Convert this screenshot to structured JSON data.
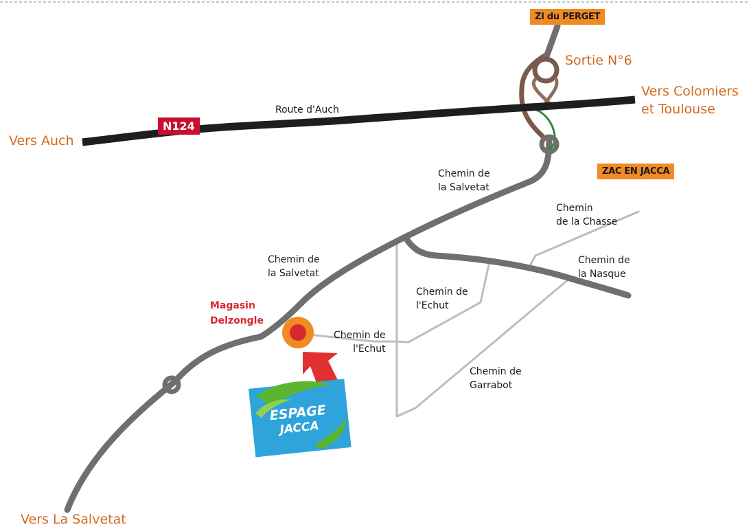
{
  "labels": {
    "zi_perget": "ZI du PERGET",
    "sortie": "Sortie N°6",
    "vers_colomiers_1": "Vers Colomiers",
    "vers_colomiers_2": "et Toulouse",
    "vers_auch": "Vers Auch",
    "n124": "N124",
    "route_auch": "Route d'Auch",
    "zac_jacca": "ZAC EN JACCA",
    "chemin_salvetat_top_1": "Chemin de",
    "chemin_salvetat_top_2": "la Salvetat",
    "chemin_chasse_1": "Chemin",
    "chemin_chasse_2": "de la Chasse",
    "chemin_nasque_1": "Chemin de",
    "chemin_nasque_2": "la Nasque",
    "chemin_salvetat_mid_1": "Chemin de",
    "chemin_salvetat_mid_2": "la Salvetat",
    "chemin_echut_top_1": "Chemin de",
    "chemin_echut_top_2": "l'Echut",
    "chemin_echut_low_1": "Chemin de",
    "chemin_echut_low_2": "l'Echut",
    "chemin_garrabot_1": "Chemin de",
    "chemin_garrabot_2": "Garrabot",
    "magasin_1": "Magasin",
    "magasin_2": "Delzongle",
    "vers_salvetat": "Vers La Salvetat"
  },
  "logo": {
    "line1": "ESPAGE",
    "line2": "JACCA"
  },
  "colors": {
    "highway": "#1e1e1e",
    "main_road": "#6f6f6f",
    "minor_road": "#bdbdbd",
    "label_orange": "#d2691e",
    "box_orange": "#f08a24",
    "n124_red": "#c8102e",
    "store_marker": "#d7282f",
    "marker_ring": "#f08a24",
    "logo_blue": "#2ea3dc",
    "logo_green": "#5cb531",
    "ramp_green": "#2f8a3a"
  }
}
